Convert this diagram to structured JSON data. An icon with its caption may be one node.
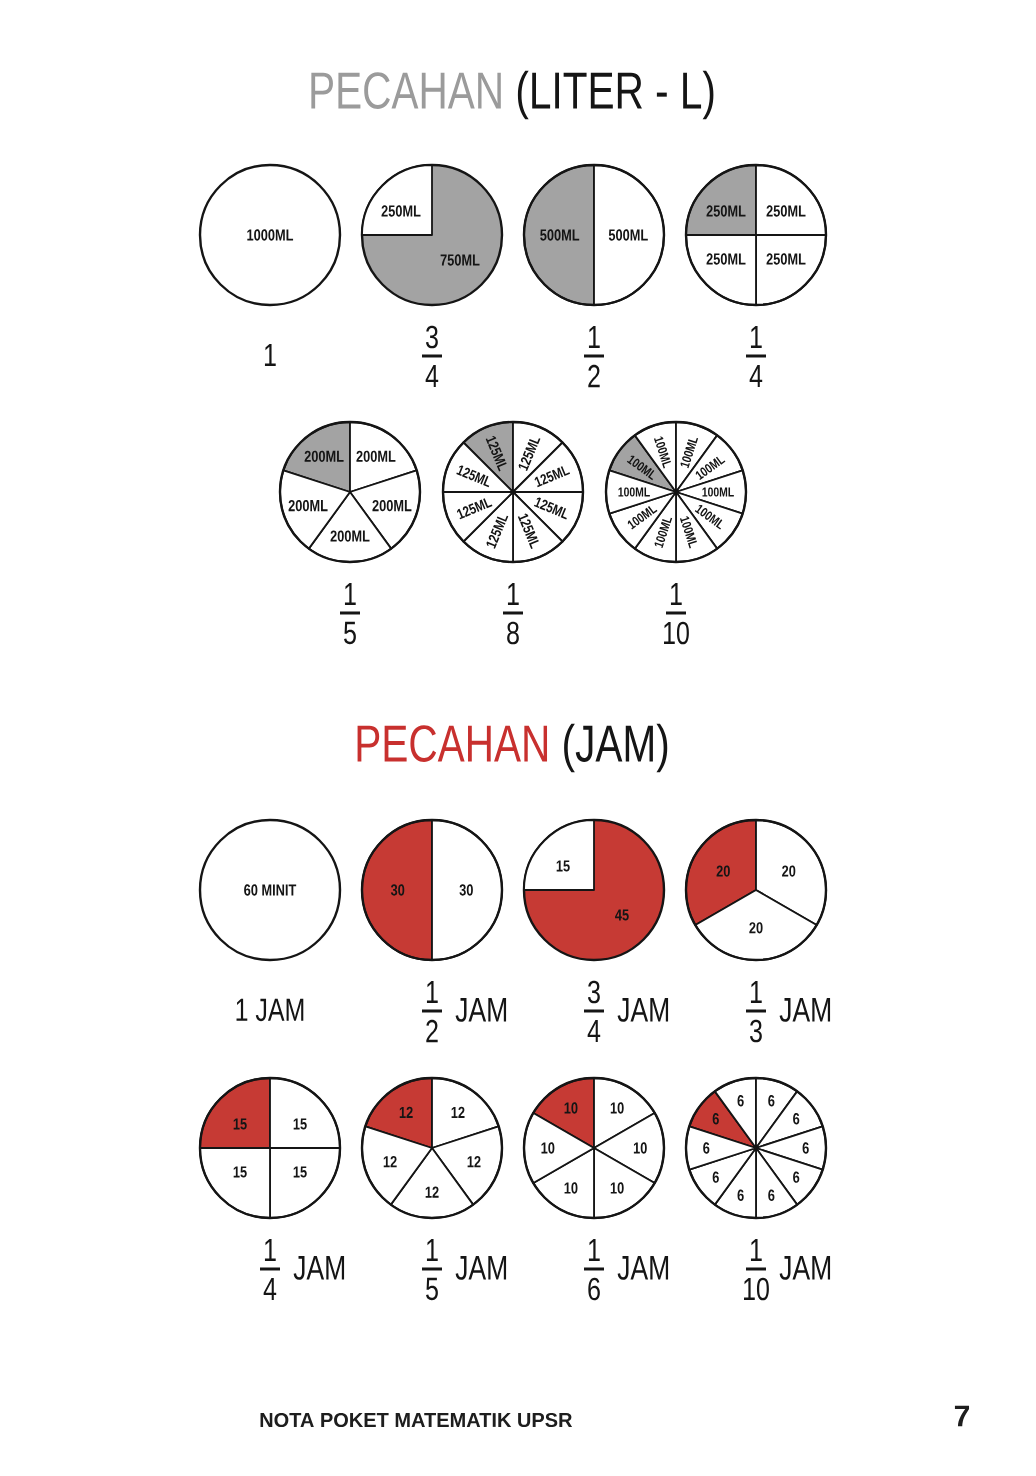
{
  "diagram": {
    "title": "PECAHAN (LITER - L)",
    "nodes": [
      {
        "text": [
          "1000ML"
        ],
        "beside": [
          "1"
        ]
      },
      {
        "text": [
          "750ML"
        ],
        "beside": [
          "3",
          "4"
        ]
      },
      {
        "text": [
          "250ML"
        ],
        "in": 1
      },
      {
        "text": [],
        "shape": "circle",
        "beside": [
          "1",
          "2"
        ]
      },
      {
        "text": [
          "500ML"
        ],
        "in": 3
      },
      {
        "text": [
          "500ML"
        ],
        "in": 3
      },
      {
        "text": [],
        "shape": "circle",
        "beside": [
          "1",
          "4"
        ]
      },
      {
        "text": [
          "250ML"
        ],
        "in": 6
      },
      {
        "text": [
          "250ML"
        ],
        "in": 6
      },
      {
        "text": [
          "250ML"
        ],
        "in": 6
      },
      {
        "text": [
          "250ML"
        ],
        "in": 6
      },
      {
        "text": [],
        "shape": "circle",
        "beside": [
          "1",
          "5"
        ]
      },
      {
        "text": [
          "200ML"
        ],
        "in": 11
      },
      {
        "text": [
          "200ML"
        ],
        "in": 11
      },
      {
        "text": [
          "200ML"
        ],
        "in": 11
      },
      {
        "text": [
          "200ML"
        ],
        "in": 11
      },
      {
        "text": [
          "200ML"
        ],
        "in": 11
      },
      {
        "text": [],
        "shape": "circle",
        "beside": [
          "1",
          "8"
        ]
      },
      {
        "text": [
          "125ML"
        ],
        "in": 17
      },
      {
        "text": [
          "125ML"
        ],
        "in": 17
      },
      {
        "text": [
          "125ML"
        ],
        "in": 17
      },
      {
        "text": [
          "125ML"
        ],
        "in": 17
      },
      {
        "text": [
          "125ML"
        ],
        "in": 17
      },
      {
        "text": [
          "125ML"
        ],
        "in": 17
      },
      {
        "text": [
          "125ML"
        ],
        "in": 17
      },
      {
        "text": [
          "125ML"
        ],
        "in": 17
      },
      {
        "text": [],
        "shape": "circle",
        "beside": [
          "1",
          "10"
        ]
      },
      {
        "text": [
          "100ML"
        ],
        "in": 26
      },
      {
        "text": [
          "100ML"
        ],
        "in": 26
      },
      {
        "text": [
          "100ML"
        ],
        "in": 26
      },
      {
        "text": [
          "100ML"
        ],
        "in": 26
      },
      {
        "text": [
          "100ML"
        ],
        "in": 26
      },
      {
        "text": [
          "100ML"
        ],
        "in": 26
      },
      {
        "text": [
          "100ML"
        ],
        "in": 26
      },
      {
        "text": [
          "100ML"
        ],
        "in": 26
      },
      {
        "text": [
          "100ML"
        ],
        "in": 26
      },
      {
        "text": [
          "100ML"
        ],
        "in": 26
      },
      {
        "text": [
          "60 MINIT"
        ],
        "beside": [
          "1 JAM"
        ]
      },
      {
        "text": [],
        "shape": "circle",
        "beside": [
          "1",
          "2",
          "JAM"
        ]
      },
      {
        "text": [
          "30"
        ],
        "in": 38
      },
      {
        "text": [
          "30"
        ],
        "in": 38
      },
      {
        "text": [
          "45"
        ],
        "beside": [
          "3",
          "4",
          "JAM"
        ]
      },
      {
        "text": [
          "15"
        ],
        "in": 41
      },
      {
        "text": [],
        "shape": "circle",
        "beside": [
          "1",
          "3",
          "JAM"
        ]
      },
      {
        "text": [
          "20"
        ],
        "in": 43
      },
      {
        "text": [
          "20"
        ],
        "in": 43
      },
      {
        "text": [
          "20"
        ],
        "in": 43
      },
      {
        "text": [],
        "shape": "circle",
        "beside": [
          "1",
          "4",
          "JAM"
        ]
      },
      {
        "text": [
          "15"
        ],
        "in": 47
      },
      {
        "text": [
          "15"
        ],
        "in": 47
      },
      {
        "text": [
          "15"
        ],
        "in": 47
      },
      {
        "text": [
          "15"
        ],
        "in": 47
      },
      {
        "text": [],
        "shape": "circle",
        "beside": [
          "1",
          "5",
          "JAM"
        ]
      },
      {
        "text": [
          "12"
        ],
        "in": 52
      },
      {
        "text": [
          "12"
        ],
        "in": 52
      },
      {
        "text": [
          "12"
        ],
        "in": 52
      },
      {
        "text": [
          "12"
        ],
        "in": 52
      },
      {
        "text": [
          "12"
        ],
        "in": 52
      },
      {
        "text": [],
        "shape": "circle",
        "beside": [
          "1",
          "6",
          "JAM"
        ]
      },
      {
        "text": [
          "10"
        ],
        "in": 58
      },
      {
        "text": [
          "10"
        ],
        "in": 58
      },
      {
        "text": [
          "10"
        ],
        "in": 58
      },
      {
        "text": [
          "10"
        ],
        "in": 58
      },
      {
        "text": [
          "10"
        ],
        "in": 58
      },
      {
        "text": [
          "10"
        ],
        "in": 58
      },
      {
        "text": [],
        "shape": "circle",
        "beside": [
          "1",
          "10",
          "JAM"
        ]
      },
      {
        "text": [
          "6"
        ],
        "in": 65
      },
      {
        "text": [
          "6"
        ],
        "in": 65
      },
      {
        "text": [
          "6"
        ],
        "in": 65
      },
      {
        "text": [
          "6"
        ],
        "in": 65
      },
      {
        "text": [
          "6"
        ],
        "in": 65
      },
      {
        "text": [
          "6"
        ],
        "in": 65
      },
      {
        "text": [
          "6"
        ],
        "in": 65
      },
      {
        "text": [
          "6"
        ],
        "in": 65
      },
      {
        "text": [
          "6"
        ],
        "in": 65
      },
      {
        "text": [
          "6"
        ],
        "in": 65
      }
    ],
    "labels": [
      "PECAHAN (JAM)",
      "NOTA POKET MATEMATIK UPSR",
      "7"
    ]
  }
}
